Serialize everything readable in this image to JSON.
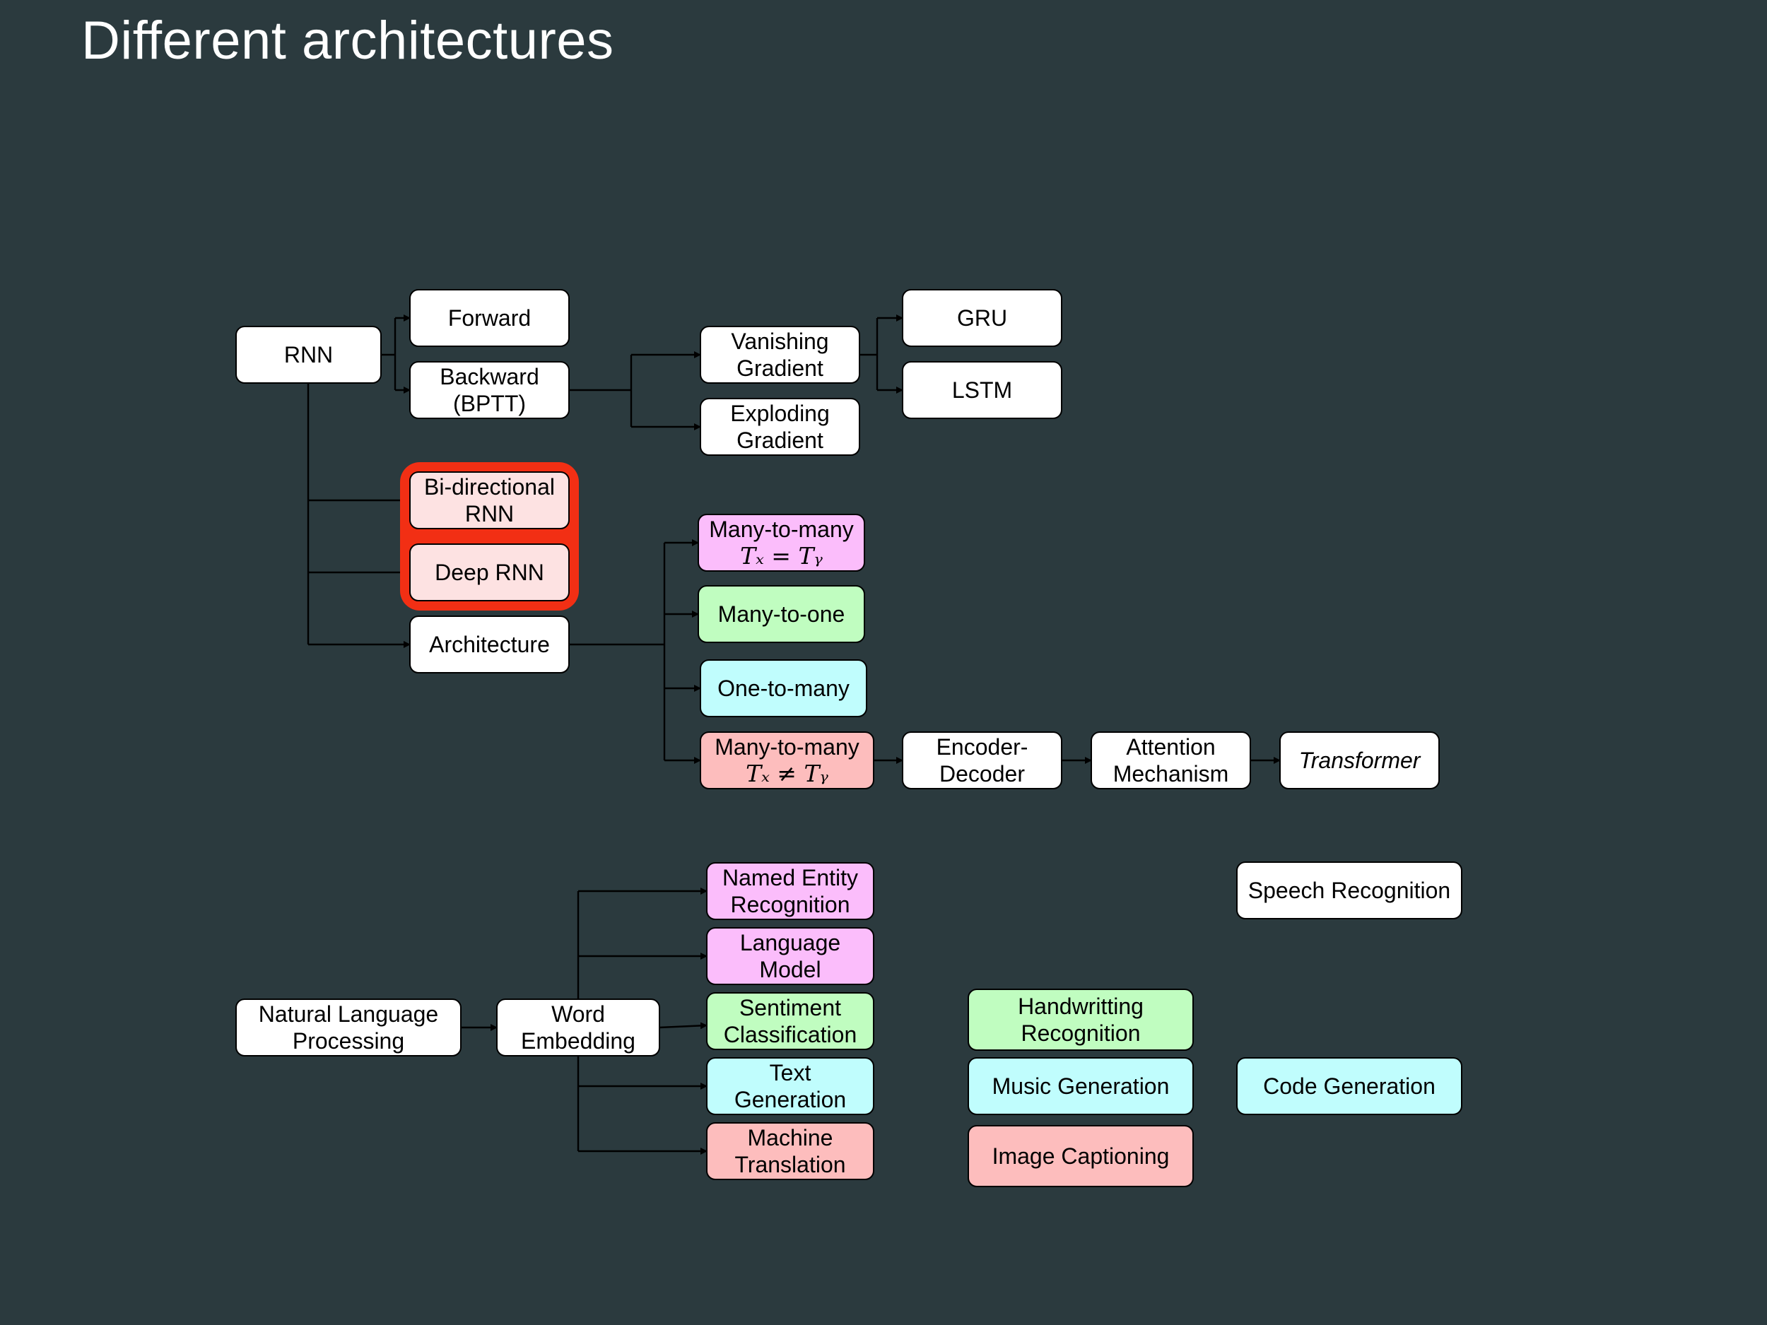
{
  "slide": {
    "title": "Different architectures"
  },
  "colors": {
    "background": "#2b3a3e",
    "white": "#ffffff",
    "magenta": "#fbbdfb",
    "green": "#c0fdc0",
    "cyan": "#c0fdfd",
    "salmon": "#fdbdbd",
    "pale": "#fde2e2",
    "highlight": "#f22f14"
  },
  "highlight": {
    "nodes": [
      "bidirectional",
      "deep"
    ]
  },
  "nodes": [
    {
      "id": "rnn",
      "lines": [
        "RNN"
      ],
      "fill": "white"
    },
    {
      "id": "forward",
      "lines": [
        "Forward"
      ],
      "fill": "white"
    },
    {
      "id": "backward",
      "lines": [
        "Backward",
        "(BPTT)"
      ],
      "fill": "white"
    },
    {
      "id": "vanishing",
      "lines": [
        "Vanishing",
        "Gradient"
      ],
      "fill": "white"
    },
    {
      "id": "exploding",
      "lines": [
        "Exploding",
        "Gradient"
      ],
      "fill": "white"
    },
    {
      "id": "gru",
      "lines": [
        "GRU"
      ],
      "fill": "white"
    },
    {
      "id": "lstm",
      "lines": [
        "LSTM"
      ],
      "fill": "white"
    },
    {
      "id": "bidirectional",
      "lines": [
        "Bi-directional",
        "RNN"
      ],
      "fill": "pale"
    },
    {
      "id": "deep",
      "lines": [
        "Deep RNN"
      ],
      "fill": "pale"
    },
    {
      "id": "architecture",
      "lines": [
        "Architecture"
      ],
      "fill": "white"
    },
    {
      "id": "m2m-eq",
      "lines": [
        "Many-to-many"
      ],
      "math": "Tₓ = Tᵧ",
      "fill": "magenta"
    },
    {
      "id": "m2o",
      "lines": [
        "Many-to-one"
      ],
      "fill": "green"
    },
    {
      "id": "o2m",
      "lines": [
        "One-to-many"
      ],
      "fill": "cyan"
    },
    {
      "id": "m2m-neq",
      "lines": [
        "Many-to-many"
      ],
      "math": "Tₓ ≠ Tᵧ",
      "fill": "salmon"
    },
    {
      "id": "encdec",
      "lines": [
        "Encoder-",
        "Decoder"
      ],
      "fill": "white"
    },
    {
      "id": "attention",
      "lines": [
        "Attention",
        "Mechanism"
      ],
      "fill": "white"
    },
    {
      "id": "transformer",
      "lines": [
        "Transformer"
      ],
      "fill": "white",
      "italic": true
    },
    {
      "id": "nlp",
      "lines": [
        "Natural Language",
        "Processing"
      ],
      "fill": "white"
    },
    {
      "id": "wordemb",
      "lines": [
        "Word",
        "Embedding"
      ],
      "fill": "white"
    },
    {
      "id": "ner",
      "lines": [
        "Named Entity",
        "Recognition"
      ],
      "fill": "magenta"
    },
    {
      "id": "lm",
      "lines": [
        "Language",
        "Model"
      ],
      "fill": "magenta"
    },
    {
      "id": "sentiment",
      "lines": [
        "Sentiment",
        "Classification"
      ],
      "fill": "green"
    },
    {
      "id": "textgen",
      "lines": [
        "Text",
        "Generation"
      ],
      "fill": "cyan"
    },
    {
      "id": "mt",
      "lines": [
        "Machine",
        "Translation"
      ],
      "fill": "salmon"
    },
    {
      "id": "handwriting",
      "lines": [
        "Handwritting",
        "Recognition"
      ],
      "fill": "green"
    },
    {
      "id": "music",
      "lines": [
        "Music Generation"
      ],
      "fill": "cyan"
    },
    {
      "id": "imgcap",
      "lines": [
        "Image Captioning"
      ],
      "fill": "salmon"
    },
    {
      "id": "speech",
      "lines": [
        "Speech Recognition"
      ],
      "fill": "white"
    },
    {
      "id": "codegen",
      "lines": [
        "Code Generation"
      ],
      "fill": "cyan"
    }
  ]
}
